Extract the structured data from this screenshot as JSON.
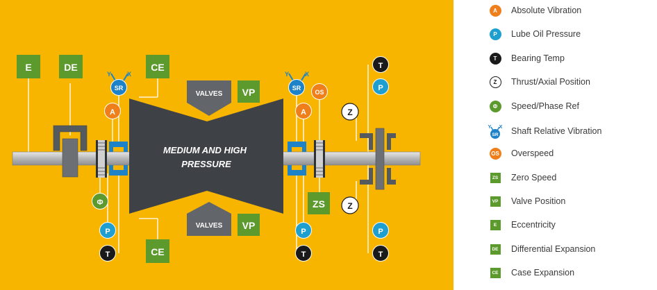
{
  "diagram": {
    "turbine_label_line1": "MEDIUM AND HIGH",
    "turbine_label_line2": "PRESSURE",
    "valves_label": "VALVES",
    "vp_label": "VP",
    "e_label": "E",
    "de_label": "DE",
    "ce_label": "CE",
    "zs_label": "ZS",
    "sr_label": "SR",
    "sr_axis_y": "Y",
    "sr_axis_x": "X",
    "a_label": "A",
    "os_label": "OS",
    "p_label": "P",
    "t_label": "T",
    "z_label": "Z",
    "phi_label": "Φ"
  },
  "legend": {
    "items": [
      {
        "icon": "A",
        "label": "Absolute Vibration",
        "color": "#EE7F1A"
      },
      {
        "icon": "P",
        "label": "Lube Oil Pressure",
        "color": "#1E9FD0"
      },
      {
        "icon": "T",
        "label": "Bearing Temp",
        "color": "#1A1A1A"
      },
      {
        "icon": "Z",
        "label": "Thrust/Axial Position",
        "color": "#FFFFFF"
      },
      {
        "icon": "Φ",
        "label": "Speed/Phase Ref",
        "color": "#5C9A2E"
      },
      {
        "icon": "SR",
        "label": "Shaft Relative Vibration",
        "color": "#1E82C8"
      },
      {
        "icon": "OS",
        "label": "Overspeed",
        "color": "#EE7F1A"
      },
      {
        "icon": "ZS",
        "label": "Zero Speed",
        "color": "#5C9A2E"
      },
      {
        "icon": "VP",
        "label": "Valve Position",
        "color": "#5C9A2E"
      },
      {
        "icon": "E",
        "label": "Eccentricity",
        "color": "#5C9A2E"
      },
      {
        "icon": "DE",
        "label": "Differential Expansion",
        "color": "#5C9A2E"
      },
      {
        "icon": "CE",
        "label": "Case Expansion",
        "color": "#5C9A2E"
      }
    ]
  },
  "colors": {
    "background": "#F7B500",
    "green": "#5C9A2E",
    "blue": "#1E9FD0",
    "orange": "#EE7F1A",
    "dark": "#1A1A1A",
    "turbine": "#3E4246"
  }
}
